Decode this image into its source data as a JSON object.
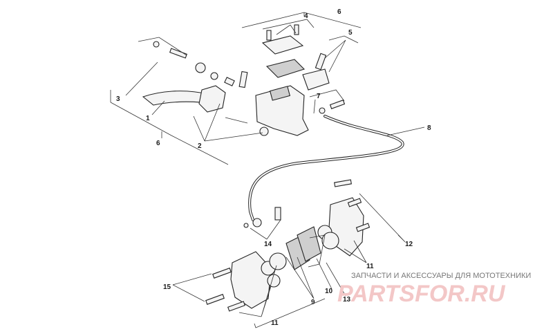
{
  "callouts": {
    "c1": "1",
    "c2": "2",
    "c3": "3",
    "c4": "4",
    "c5": "5",
    "c6a": "6",
    "c6b": "6",
    "c7": "7",
    "c8": "8",
    "c9": "9",
    "c10": "10",
    "c11a": "11",
    "c11b": "11",
    "c12": "12",
    "c13": "13",
    "c14": "14",
    "c15": "15"
  },
  "watermark": {
    "caption": "ЗАПЧАСТИ И АКСЕССУАРЫ ДЛЯ МОТОТЕХНИКИ",
    "logo": "PARTSFOR.RU"
  },
  "colors": {
    "line": "#222222",
    "watermark": "#e8a8a8"
  }
}
